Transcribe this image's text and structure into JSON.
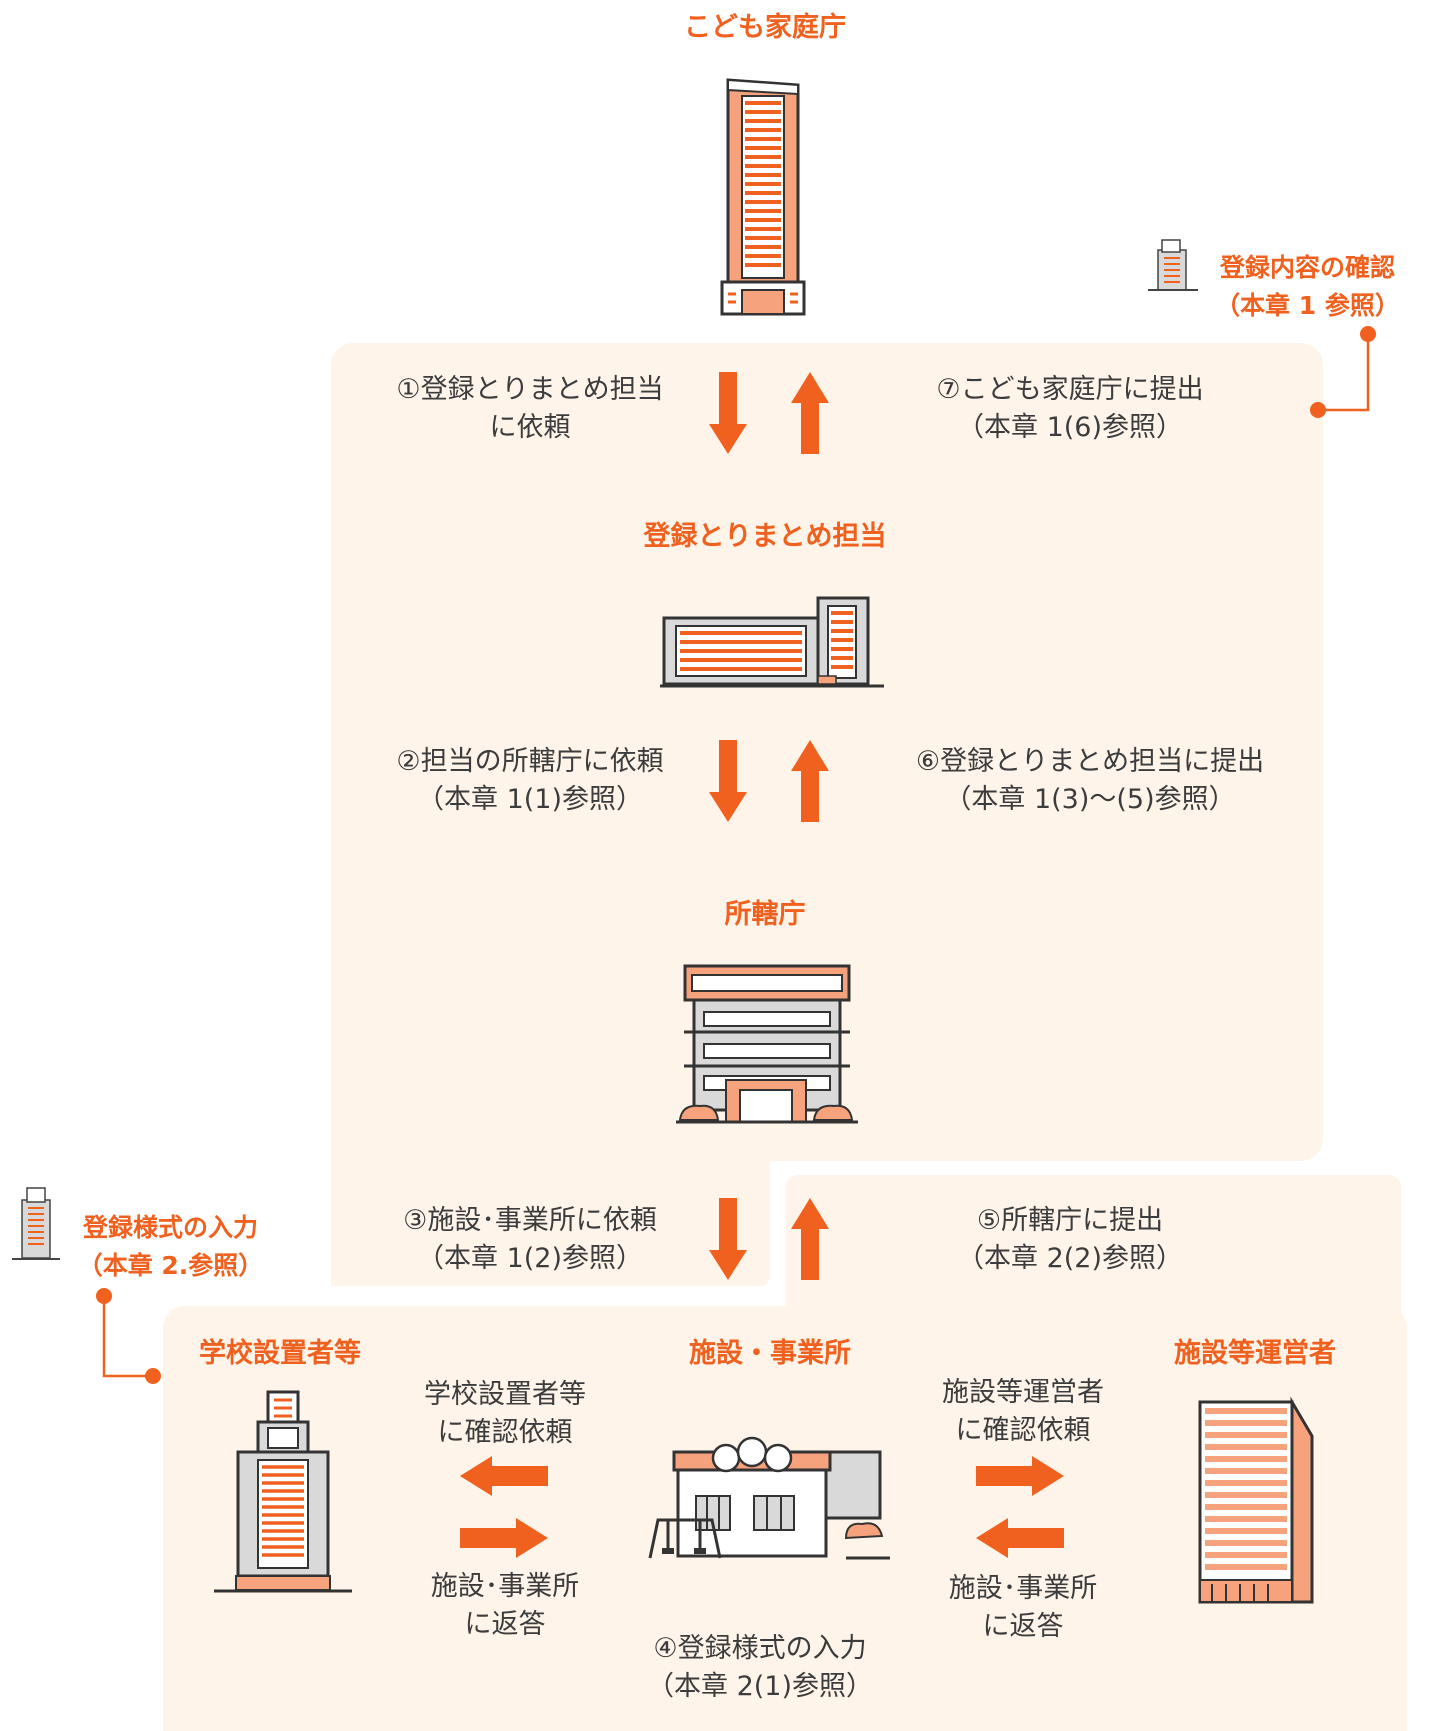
{
  "nodes": {
    "agency": "こども家庭庁",
    "coordinator": "登録とりまとめ担当",
    "office": "所轄庁",
    "facility": "施設・事業所",
    "school": "学校設置者等",
    "operator": "施設等運営者"
  },
  "steps": {
    "s1": {
      "line1": "①登録とりまとめ担当",
      "line2": "に依頼"
    },
    "s7": {
      "line1": "⑦こども家庭庁に提出",
      "line2": "（本章 1(6)参照）"
    },
    "s2": {
      "line1": "②担当の所轄庁に依頼",
      "line2": "（本章 1(1)参照）"
    },
    "s6": {
      "line1": "⑥登録とりまとめ担当に提出",
      "line2": "（本章 1(3)〜(5)参照）"
    },
    "s3": {
      "line1": "③施設･事業所に依頼",
      "line2": "（本章 1(2)参照）"
    },
    "s5": {
      "line1": "⑤所轄庁に提出",
      "line2": "（本章 2(2)参照）"
    },
    "s4": {
      "line1": "④登録様式の入力",
      "line2": "（本章 2(1)参照）"
    }
  },
  "exchange": {
    "to_school": {
      "line1": "学校設置者等",
      "line2": "に確認依頼"
    },
    "from_school": {
      "line1": "施設･事業所",
      "line2": "に返答"
    },
    "to_operator": {
      "line1": "施設等運営者",
      "line2": "に確認依頼"
    },
    "from_operator": {
      "line1": "施設･事業所",
      "line2": "に返答"
    }
  },
  "notes": {
    "confirm": {
      "line1": "登録内容の確認",
      "line2": "（本章 1 参照）"
    },
    "input": {
      "line1": "登録様式の入力",
      "line2": "（本章 2.参照）"
    }
  },
  "colors": {
    "accent": "#f0601e",
    "panel": "#fff4ea",
    "building_fill": "#f6a27c",
    "gray": "#d9d9d9"
  }
}
